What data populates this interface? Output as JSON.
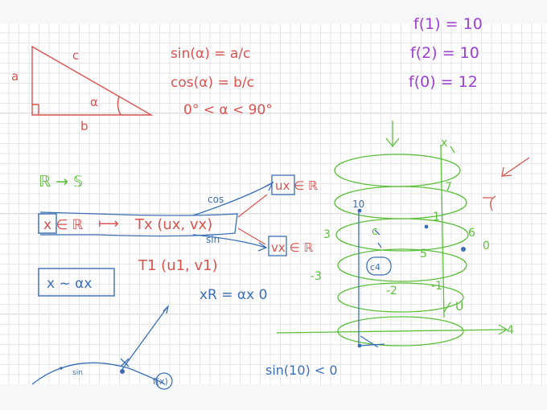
{
  "colors": {
    "red": "#d9534f",
    "blue": "#3a6fb5",
    "green": "#5cbf3a",
    "purple": "#9b3fd0",
    "grid": "#e4e6ea"
  },
  "triangle": {
    "side_hyp": "c",
    "side_vert": "a",
    "side_base": "b",
    "angle": "α"
  },
  "formulas": {
    "sin": "sin(α) = a/c",
    "cos": "cos(α) = b/c",
    "range": "0° < α < 90°"
  },
  "functions": {
    "f_top": "f(1) = 10",
    "f_mid": "f(2) = 10",
    "f_bot": "f(0) = 12"
  },
  "mapping": {
    "r_to_s": "ℝ → 𝕊",
    "domain_box": "x ∈ ℝ",
    "arrow": "⟼",
    "torus": "Tx (ux, vx)",
    "cos_label": "cos",
    "sin_label": "sin",
    "ux_box": "ux ∈ ℝ",
    "vx_box": "vx ∈ ℝ",
    "t1": "T1 (u1, v1)",
    "x_alpha_box": "x ~ αx",
    "xr_eq": "xR = αx 0"
  },
  "helix": {
    "label_x": "x",
    "label_4": "4",
    "label_10": "10",
    "label_7": "7",
    "label_6": "6",
    "label_5": "5",
    "label_3": "3",
    "label_m3": "-3",
    "label_m2": "-2",
    "label_0": "0",
    "label_u": "U",
    "label_1": "1",
    "label_1b": "-1",
    "label_c4": "c4",
    "label_c": "c"
  },
  "bottom": {
    "sin_eq": "sin(10) < 0",
    "sin_small": "sin",
    "phi_small": "f(x)"
  }
}
